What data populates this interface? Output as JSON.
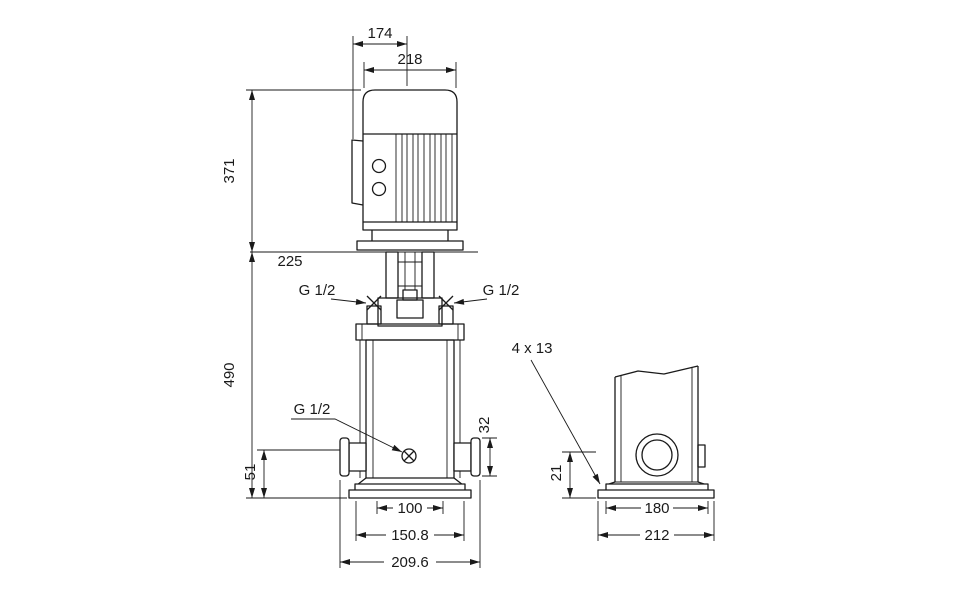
{
  "drawing": {
    "labels": {
      "top_width": "174",
      "motor_width": "218",
      "motor_height": "371",
      "service_clearance": "225",
      "port_top_left": "G 1/2",
      "port_top_right": "G 1/2",
      "pump_height": "490",
      "drain_port": "G 1/2",
      "port_size": "32",
      "port_centre_height": "51",
      "base_holes": "4 x 13",
      "base_plate_height": "21",
      "base_bolt_spacing": "100",
      "base_mid_width": "150.8",
      "port_to_port": "209.6",
      "side_base_width": "180",
      "side_plate_width": "212"
    },
    "colors": {
      "line": "#1a1a1a",
      "background": "#ffffff"
    }
  }
}
